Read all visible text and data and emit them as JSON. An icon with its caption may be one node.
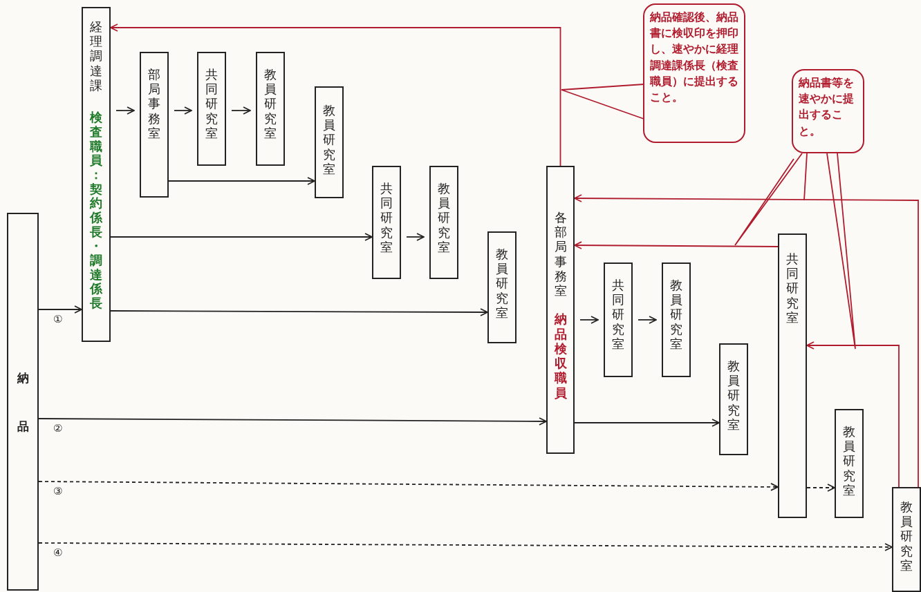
{
  "diagram": {
    "nodes": [
      {
        "text": [
          "納品"
        ]
      },
      {
        "text": [
          "経理調達課",
          "検査職員：契約係長・調達係長"
        ]
      },
      {
        "text": [
          "部局事務室"
        ]
      },
      {
        "text": [
          "共同研究室"
        ]
      },
      {
        "text": [
          "教員研究室"
        ]
      },
      {
        "text": [
          "教員研究室"
        ]
      },
      {
        "text": [
          "共同研究室"
        ]
      },
      {
        "text": [
          "教員研究室"
        ]
      },
      {
        "text": [
          "教員研究室"
        ]
      },
      {
        "text": [
          "各部局事務室",
          "納品検収職員"
        ]
      },
      {
        "text": [
          "共同研究室"
        ]
      },
      {
        "text": [
          "教員研究室"
        ]
      },
      {
        "text": [
          "教員研究室"
        ]
      },
      {
        "text": [
          "共同研究室"
        ]
      },
      {
        "text": [
          "教員研究室"
        ]
      },
      {
        "text": [
          "教員研究室"
        ]
      },
      {
        "text": [
          "納品確認後、納品書に検収印を押印し、速やかに経理調達課係長（検査職員）に提出すること。"
        ]
      },
      {
        "text": [
          "納品書等を速やかに提出すること。"
        ]
      }
    ],
    "edges": [
      {
        "from": 0,
        "to": 1,
        "arrow": "to",
        "label": "①"
      },
      {
        "from": 1,
        "to": 2,
        "arrow": "to"
      },
      {
        "from": 2,
        "to": 3,
        "arrow": "to"
      },
      {
        "from": 3,
        "to": 4,
        "arrow": "to"
      },
      {
        "from": 2,
        "to": 5,
        "arrow": "to"
      },
      {
        "from": 1,
        "to": 6,
        "arrow": "to"
      },
      {
        "from": 6,
        "to": 7,
        "arrow": "to"
      },
      {
        "from": 1,
        "to": 8,
        "arrow": "to"
      },
      {
        "from": 0,
        "to": 9,
        "arrow": "to",
        "label": "②"
      },
      {
        "from": 9,
        "to": 10,
        "arrow": "to"
      },
      {
        "from": 10,
        "to": 11,
        "arrow": "to"
      },
      {
        "from": 9,
        "to": 12,
        "arrow": "to"
      },
      {
        "from": 0,
        "to": 13,
        "arrow": "to",
        "label": "③",
        "style": "dashed"
      },
      {
        "from": 13,
        "to": 14,
        "arrow": "to",
        "style": "dashed"
      },
      {
        "from": 0,
        "to": 15,
        "arrow": "to",
        "label": "④",
        "style": "dashed"
      },
      {
        "from": 9,
        "to": 1,
        "arrow": "to",
        "color": "#b01c2e"
      },
      {
        "from": 15,
        "to": 9,
        "arrow": "to",
        "color": "#b01c2e"
      },
      {
        "from": 13,
        "to": 9,
        "arrow": "to",
        "color": "#b01c2e"
      },
      {
        "from": 15,
        "to": 13,
        "arrow": "to",
        "color": "#b01c2e"
      },
      {
        "from": 16,
        "to": null,
        "arrow": "none",
        "color": "#b01c2e"
      },
      {
        "from": 17,
        "to": null,
        "arrow": "none",
        "color": "#b01c2e"
      },
      {
        "from": 17,
        "to": null,
        "arrow": "none",
        "color": "#b01c2e"
      },
      {
        "from": 17,
        "to": null,
        "arrow": "none",
        "color": "#b01c2e"
      }
    ]
  }
}
